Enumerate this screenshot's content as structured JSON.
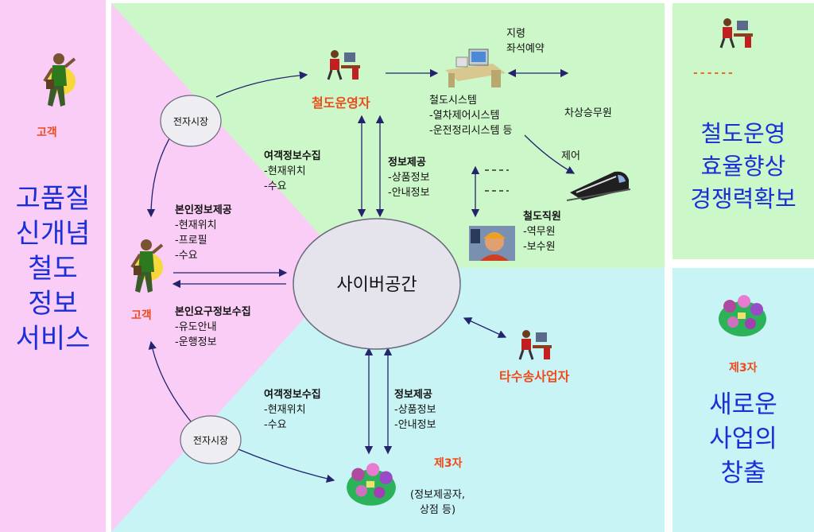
{
  "left_panel": {
    "customer_label": "고객",
    "title_lines": [
      "고품질",
      "신개념",
      "철도",
      "정보",
      "서비스"
    ]
  },
  "right_top_panel": {
    "dash_line": "------",
    "title_lines": [
      "철도운영",
      "효율향상",
      "경쟁력확보"
    ]
  },
  "right_bottom_panel": {
    "third_party_label": "제3자",
    "title_lines": [
      "새로운",
      "사업의",
      "창출"
    ]
  },
  "center": {
    "cyberspace": "사이버공간",
    "ecommerce_top": "전자시장",
    "ecommerce_bottom": "전자시장",
    "customer_label": "고객",
    "rail_operator": "철도운영자",
    "other_transport": "타수송사업자",
    "third_party": "제3자",
    "third_party_note": [
      "(정보제공자,",
      "상점 등)"
    ],
    "command_label": "지령",
    "reservation_label": "좌석예약",
    "onboard_staff": "차상승무원",
    "rail_system": {
      "title": "철도시스템",
      "items": [
        "-열차제어시스템",
        "-운전정리시스템 등"
      ]
    },
    "control": "제어",
    "rail_staff": {
      "title": "철도직원",
      "items": [
        "-역무원",
        "-보수원"
      ]
    },
    "passenger_collect_top": {
      "title": "여객정보수집",
      "items": [
        "-현재위치",
        "-수요"
      ]
    },
    "info_provide_top": {
      "title": "정보제공",
      "items": [
        "-상품정보",
        "-안내정보"
      ]
    },
    "self_info_provide": {
      "title": "본인정보제공",
      "items": [
        "-현재위치",
        "-프로필",
        "-수요"
      ]
    },
    "self_request_collect": {
      "title": "본인요구정보수집",
      "items": [
        "-유도안내",
        "-운행정보"
      ]
    },
    "passenger_collect_bottom": {
      "title": "여객정보수집",
      "items": [
        "-현재위치",
        "-수요"
      ]
    },
    "info_provide_bottom": {
      "title": "정보제공",
      "items": [
        "-상품정보",
        "-안내정보"
      ]
    }
  },
  "colors": {
    "pink": "#f9cdf6",
    "green": "#ccf7c8",
    "cyan": "#c8f4f6",
    "blue_text": "#1a2fd8",
    "red_text": "#f04a1a",
    "arrow": "#23236e"
  },
  "icons": [
    "person-running-icon",
    "person-computer-icon",
    "workstation-icon",
    "train-icon",
    "worker-photo-icon",
    "group-people-icon"
  ]
}
